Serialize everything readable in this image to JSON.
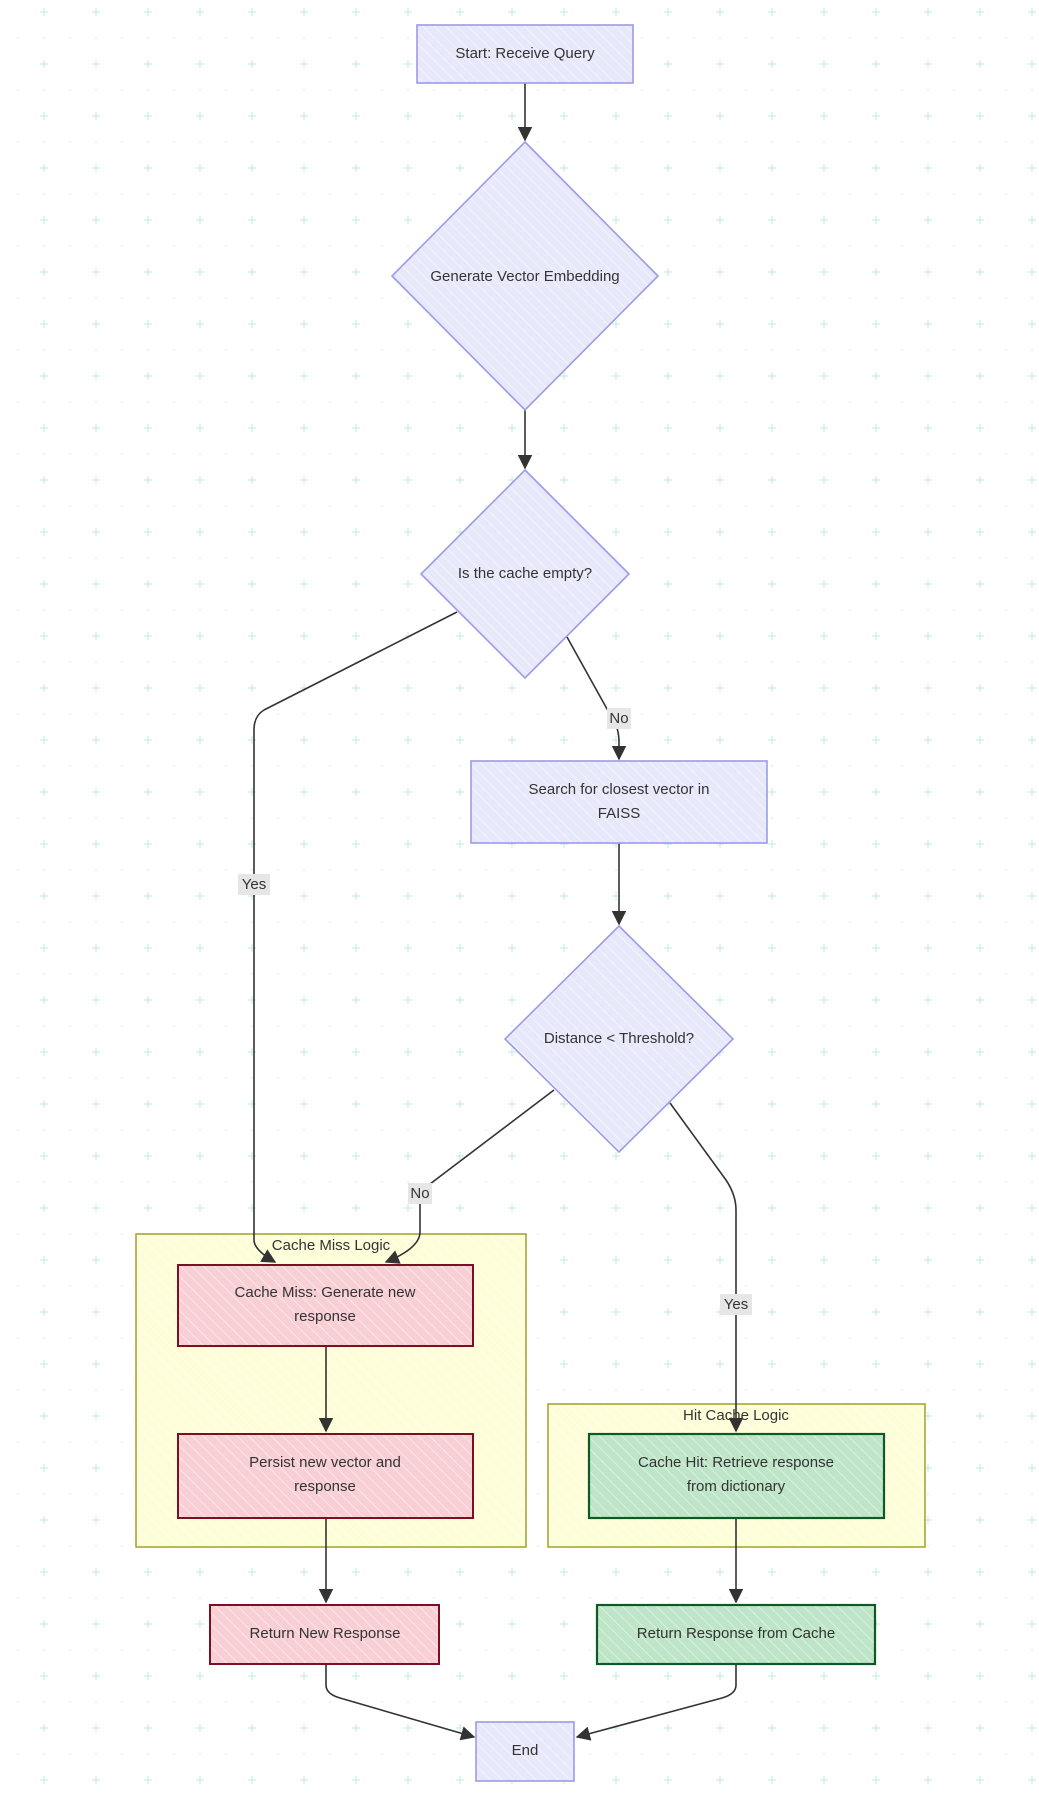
{
  "colors": {
    "node_fill": "#e8e8fb",
    "node_stroke": "#9b9be8",
    "miss_fill": "#f7cfd4",
    "miss_stroke": "#7a1022",
    "hit_fill": "#bfe5c8",
    "hit_stroke": "#0d5a24",
    "group_fill": "#fdfdd8",
    "group_stroke": "#a6a63a",
    "edge": "#333333",
    "grid": "#cdeee2",
    "edge_label_bg": "#e6e6e6"
  },
  "nodes": {
    "start": {
      "lines": [
        "Start: Receive Query"
      ]
    },
    "embed": {
      "lines": [
        "Generate Vector Embedding"
      ]
    },
    "empty": {
      "lines": [
        "Is the cache empty?"
      ]
    },
    "search": {
      "lines": [
        "Search for closest vector in",
        "FAISS"
      ]
    },
    "distance": {
      "lines": [
        "Distance < Threshold?"
      ]
    },
    "miss": {
      "lines": [
        "Cache Miss: Generate new",
        "response"
      ]
    },
    "persist": {
      "lines": [
        "Persist new vector and",
        "response"
      ]
    },
    "hit": {
      "lines": [
        "Cache Hit: Retrieve response",
        "from dictionary"
      ]
    },
    "return_new": {
      "lines": [
        "Return New Response"
      ]
    },
    "return_cache": {
      "lines": [
        "Return Response from Cache"
      ]
    },
    "end": {
      "lines": [
        "End"
      ]
    }
  },
  "groups": {
    "miss_group": "Cache Miss Logic",
    "hit_group": "Hit Cache Logic"
  },
  "edge_labels": {
    "empty_yes": "Yes",
    "empty_no": "No",
    "distance_no": "No",
    "distance_yes": "Yes"
  }
}
